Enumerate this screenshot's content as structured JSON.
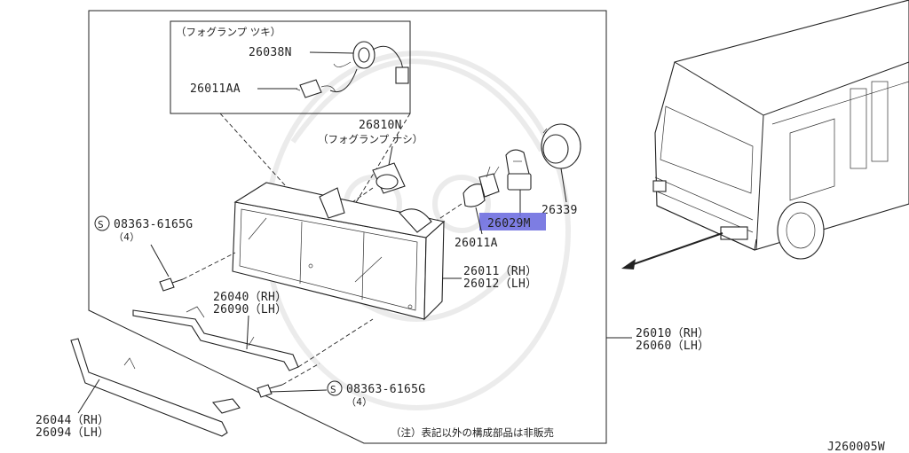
{
  "fog_lamp_box": {
    "title": "（フォグランプ ツキ）",
    "parts": [
      "26038N",
      "26011AA"
    ]
  },
  "parts": {
    "p26810n": {
      "number": "26810N",
      "note": "（フォグランプ ナシ）"
    },
    "p26339": "26339",
    "p26029m": {
      "number": "26029M",
      "highlight_color": "#6f6fe0"
    },
    "p26011a": "26011A",
    "p26011": [
      "26011（RH）",
      "26012（LH）"
    ],
    "p26040": [
      "26040（RH）",
      "26090（LH）"
    ],
    "p26010": [
      "26010（RH）",
      "26060（LH）"
    ],
    "p26044": [
      "26044（RH）",
      "26094（LH）"
    ],
    "screw_top": {
      "symbol": "S",
      "number": "08363-6165G",
      "qty": "（4）"
    },
    "screw_bottom": {
      "symbol": "S",
      "number": "08363-6165G",
      "qty": "（4）"
    }
  },
  "footnote": "（注）表記以外の構成部品は非販売",
  "diagram_code": "J260005W"
}
